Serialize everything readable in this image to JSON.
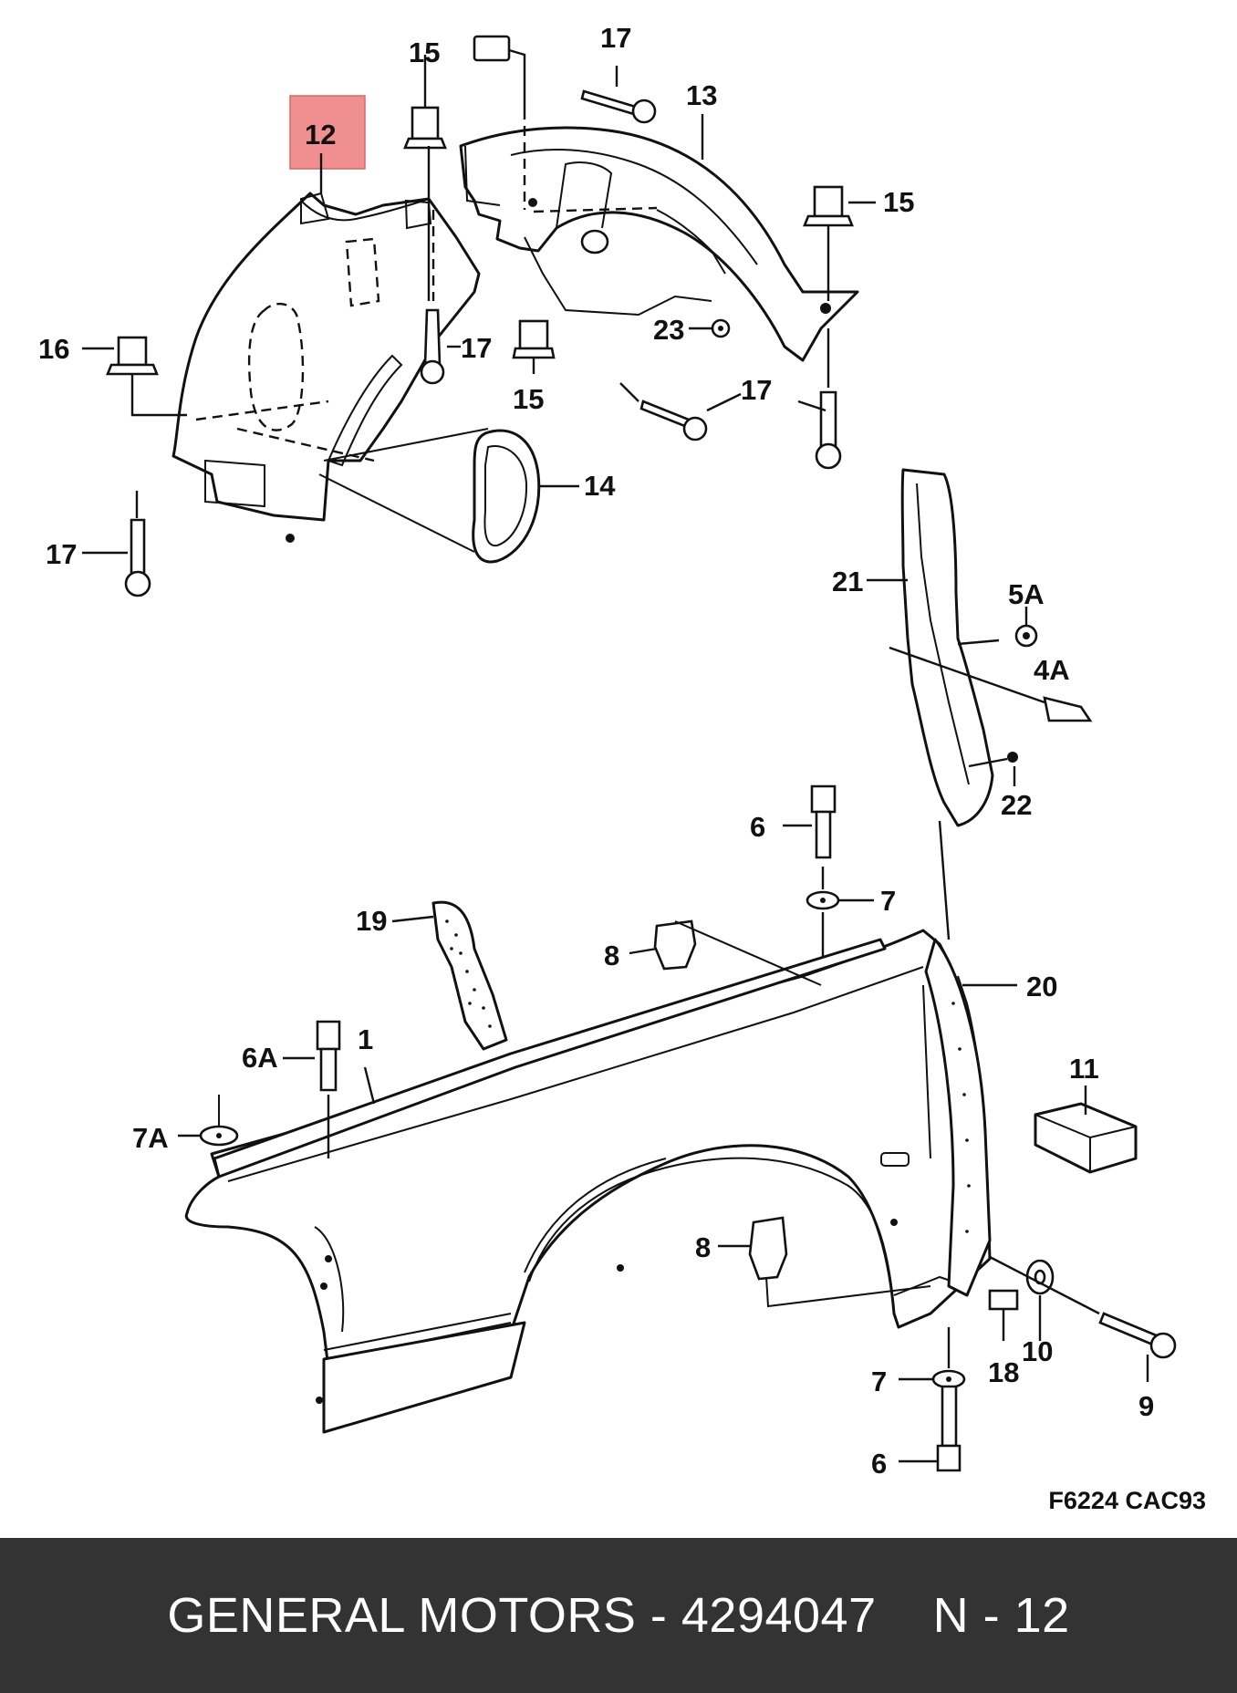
{
  "diagram": {
    "highlight_color": "#f08f8f",
    "selected_part": "12",
    "figure_code": "F6224 CAC93",
    "callouts": {
      "p12": "12",
      "p15a": "15",
      "p17a": "17",
      "p13": "13",
      "p15b": "15",
      "p16": "16",
      "p17b": "17",
      "p15c": "15",
      "p23": "23",
      "p17c": "17",
      "p14": "14",
      "p17d": "17",
      "p21": "21",
      "p5a": "5A",
      "p4a": "4A",
      "p22": "22",
      "p6a": "6",
      "p7a": "7",
      "p19": "19",
      "p8a": "8",
      "p20": "20",
      "p6A": "6A",
      "p1": "1",
      "p7A": "7A",
      "p11": "11",
      "p8b": "8",
      "p10": "10",
      "p7b": "7",
      "p18": "18",
      "p9": "9",
      "p6b": "6"
    }
  },
  "footer": {
    "text": "GENERAL MOTORS - 4294047    N - 12",
    "background": "#333333"
  }
}
